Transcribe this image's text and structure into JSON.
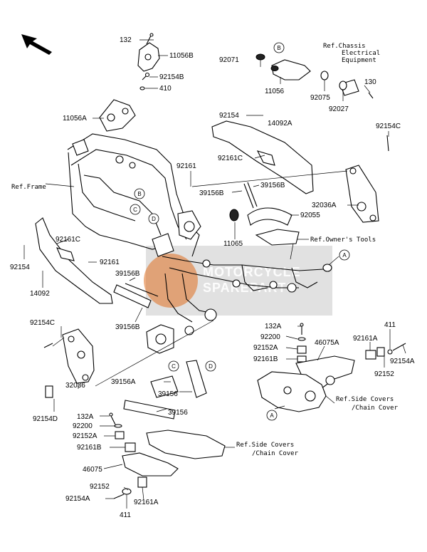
{
  "labels": {
    "p132": "132",
    "p11056B": "11056B",
    "p92154B": "92154B",
    "p410": "410",
    "p11056A": "11056A",
    "p92071": "92071",
    "p11056": "11056",
    "p92075": "92075",
    "p92027": "92027",
    "p130": "130",
    "p92154_top": "92154",
    "p14092A": "14092A",
    "p92154C_top": "92154C",
    "p92161_top": "92161",
    "p92161C_top": "92161C",
    "p39156B_mid": "39156B",
    "p39156B_mid2": "39156B",
    "p32036A": "32036A",
    "p92055": "92055",
    "p11065": "11065",
    "p92161C_left": "92161C",
    "p92154_left": "92154",
    "p92161_left": "92161",
    "p39156B_left": "39156B",
    "p14092": "14092",
    "p39156B_low": "39156B",
    "p92154C_left": "92154C",
    "p32036": "32036",
    "p92154D": "92154D",
    "p132A_right": "132A",
    "p92200_right": "92200",
    "p92152A_right": "92152A",
    "p92161B_right": "92161B",
    "p46075A": "46075A",
    "p411_right": "411",
    "p92161A_right": "92161A",
    "p92154A_right": "92154A",
    "p92152_right": "92152",
    "p39156A": "39156A",
    "p39156_a": "39156",
    "p39156_b": "39156",
    "p132A_low": "132A",
    "p92200_low": "92200",
    "p92152A_low": "92152A",
    "p92161B_low": "92161B",
    "p46075": "46075",
    "p92152_low": "92152",
    "p92154A_low": "92154A",
    "p411_low": "411",
    "p92161A_low": "92161A"
  },
  "references": {
    "chassis_line1": "Ref.Chassis",
    "chassis_line2": "Electrical",
    "chassis_line3": "Equipment",
    "frame": "Ref.Frame",
    "owners_tools": "Ref.Owner's Tools",
    "side_covers_right_1": "Ref.Side Covers",
    "side_covers_right_2": "/Chain Cover",
    "side_covers_low_1": "Ref.Side Covers",
    "side_covers_low_2": "/Chain Cover"
  },
  "callouts": {
    "b_top": "B",
    "b_frame": "B",
    "c_frame": "C",
    "d_frame": "D",
    "a_right": "A",
    "c_low": "C",
    "d_low": "D",
    "a_low": "A"
  },
  "watermark": {
    "line1": "MOTORCYCLE",
    "line2": "SPAREPARTS",
    "disc_color": "#e07020"
  },
  "icons": {
    "direction_arrow": "front-direction-arrow-icon"
  }
}
